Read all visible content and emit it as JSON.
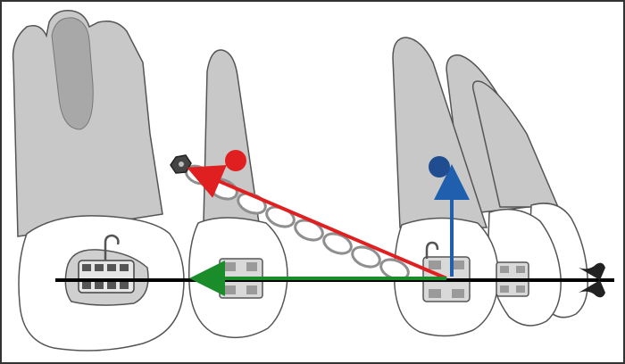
{
  "diagram": {
    "colors": {
      "frame": "#333333",
      "tooth_fill": "#c8c8c8",
      "tooth_outline": "#555555",
      "crown_fill": "#ffffff",
      "root_shadow": "#a8a8a8",
      "bracket_fill": "#d9d9d9",
      "bracket_dark": "#555555",
      "archwire": "#000000",
      "chain": "#8f8f8f",
      "red_force": "#e02020",
      "blue_force": "#1f5fae",
      "green_force": "#1a8c2a",
      "red_marker": "#e02020",
      "blue_marker": "#1f4d8f",
      "anchor_screw": "#333333"
    },
    "elements": [
      "first-molar",
      "second-premolar",
      "canine",
      "lateral-incisor",
      "central-incisor",
      "molar-bracket",
      "premolar-bracket",
      "canine-bracket",
      "archwire",
      "elastic-chain",
      "mini-implant",
      "red-force-vector",
      "blue-force-vector",
      "green-force-vector",
      "red-center-marker",
      "blue-center-marker"
    ]
  }
}
